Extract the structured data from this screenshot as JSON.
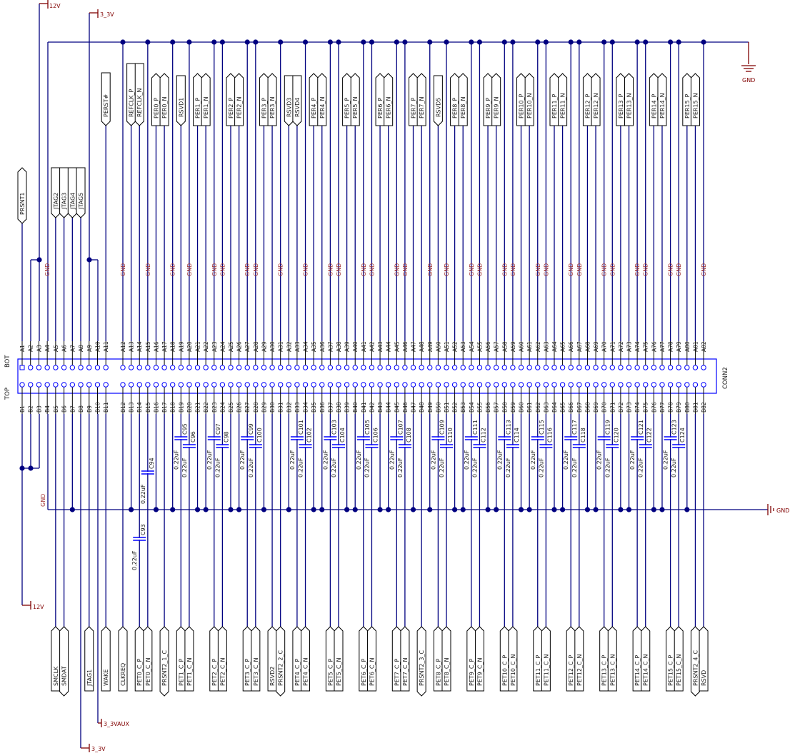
{
  "title": "PCIe x16 edge connector schematic",
  "connector": {
    "refdes": "CONN2",
    "side_top_label": "BOT",
    "side_bottom_label": "TOP",
    "pin_count_per_row": 82,
    "a_prefix": "A",
    "b_prefix": "B"
  },
  "colors": {
    "wire": "#000080",
    "power": "#800000",
    "connector": "#0000ff",
    "gnd_label": "#a03030"
  },
  "power_symbols": {
    "v12_top": "12V",
    "v33_top": "3_3V",
    "gnd_top": "GND",
    "gnd_right": "GND",
    "v12_bottom": "12V",
    "v33aux_bottom": "3_3VAUX",
    "v33_bottom": "3_3V",
    "gnd_bottom_left": "GND"
  },
  "top_net_labels": [
    {
      "text": "PRSNT1",
      "pin": 1,
      "shape": "bidir"
    },
    {
      "text": "JTAG2",
      "pin": 5,
      "shape": "out"
    },
    {
      "text": "JTAG3",
      "pin": 6,
      "shape": "out"
    },
    {
      "text": "JTAG4",
      "pin": 7,
      "shape": "out"
    },
    {
      "text": "JTAG5",
      "pin": 8,
      "shape": "out"
    },
    {
      "text": "PERST#",
      "pin": 11,
      "shape": "out"
    },
    {
      "text": "REFCLK_P",
      "pin": 13,
      "shape": "out"
    },
    {
      "text": "REFCLK_N",
      "pin": 14,
      "shape": "out"
    },
    {
      "text": "PER0_P",
      "pin": 16,
      "shape": "in"
    },
    {
      "text": "PER0_N",
      "pin": 17,
      "shape": "in"
    },
    {
      "text": "RSVD1",
      "pin": 19,
      "shape": "out"
    },
    {
      "text": "PER1_P",
      "pin": 21,
      "shape": "in"
    },
    {
      "text": "PER1_N",
      "pin": 22,
      "shape": "in"
    },
    {
      "text": "PER2_P",
      "pin": 25,
      "shape": "in"
    },
    {
      "text": "PER2_N",
      "pin": 26,
      "shape": "in"
    },
    {
      "text": "PER3_P",
      "pin": 29,
      "shape": "in"
    },
    {
      "text": "PER3_N",
      "pin": 30,
      "shape": "in"
    },
    {
      "text": "RSVD3",
      "pin": 32,
      "shape": "out"
    },
    {
      "text": "RSVD4",
      "pin": 33,
      "shape": "out"
    },
    {
      "text": "PER4_P",
      "pin": 35,
      "shape": "in"
    },
    {
      "text": "PER4_N",
      "pin": 36,
      "shape": "in"
    },
    {
      "text": "PER5_P",
      "pin": 39,
      "shape": "in"
    },
    {
      "text": "PER5_N",
      "pin": 40,
      "shape": "in"
    },
    {
      "text": "PER6_P",
      "pin": 43,
      "shape": "in"
    },
    {
      "text": "PER6_N",
      "pin": 44,
      "shape": "in"
    },
    {
      "text": "PER7_P",
      "pin": 47,
      "shape": "in"
    },
    {
      "text": "PER7_N",
      "pin": 48,
      "shape": "in"
    },
    {
      "text": "RSVD5",
      "pin": 50,
      "shape": "out"
    },
    {
      "text": "PER8_P",
      "pin": 52,
      "shape": "in"
    },
    {
      "text": "PER8_N",
      "pin": 53,
      "shape": "in"
    },
    {
      "text": "PER9_P",
      "pin": 56,
      "shape": "in"
    },
    {
      "text": "PER9_N",
      "pin": 57,
      "shape": "in"
    },
    {
      "text": "PER10_P",
      "pin": 60,
      "shape": "in"
    },
    {
      "text": "PER10_N",
      "pin": 61,
      "shape": "in"
    },
    {
      "text": "PER11_P",
      "pin": 64,
      "shape": "in"
    },
    {
      "text": "PER11_N",
      "pin": 65,
      "shape": "in"
    },
    {
      "text": "PER12_P",
      "pin": 68,
      "shape": "in"
    },
    {
      "text": "PER12_N",
      "pin": 69,
      "shape": "in"
    },
    {
      "text": "PER13_P",
      "pin": 72,
      "shape": "in"
    },
    {
      "text": "PER13_N",
      "pin": 73,
      "shape": "in"
    },
    {
      "text": "PER14_P",
      "pin": 76,
      "shape": "in"
    },
    {
      "text": "PER14_N",
      "pin": 77,
      "shape": "in"
    },
    {
      "text": "PER15_P",
      "pin": 80,
      "shape": "in"
    },
    {
      "text": "PER15_N",
      "pin": 81,
      "shape": "in"
    }
  ],
  "top_gnd_pins": [
    4,
    12,
    15,
    18,
    20,
    23,
    24,
    27,
    28,
    31,
    34,
    37,
    38,
    41,
    42,
    45,
    46,
    49,
    51,
    54,
    55,
    58,
    59,
    62,
    63,
    66,
    67,
    70,
    71,
    74,
    75,
    78,
    79,
    82
  ],
  "top_gnd_label_text": "GND",
  "bottom_net_labels": [
    {
      "text": "SMCLK",
      "pin": 5,
      "shape": "out"
    },
    {
      "text": "SMDAT",
      "pin": 6,
      "shape": "bidir"
    },
    {
      "text": "JTAG1",
      "pin": 9,
      "shape": "out"
    },
    {
      "text": "WAKE",
      "pin": 11,
      "shape": "out"
    },
    {
      "text": "CLKREQ",
      "pin": 12,
      "shape": "out"
    },
    {
      "text": "PET0_C_P",
      "pin": 14,
      "shape": "out"
    },
    {
      "text": "PET0_C_N",
      "pin": 15,
      "shape": "out"
    },
    {
      "text": "PRSNT2_1_C",
      "pin": 17,
      "shape": "bidir"
    },
    {
      "text": "PET1_C_P",
      "pin": 19,
      "shape": "out"
    },
    {
      "text": "PET1_C_N",
      "pin": 20,
      "shape": "out"
    },
    {
      "text": "PET2_C_P",
      "pin": 23,
      "shape": "out"
    },
    {
      "text": "PET2_C_N",
      "pin": 24,
      "shape": "out"
    },
    {
      "text": "PET3_C_P",
      "pin": 27,
      "shape": "out"
    },
    {
      "text": "PET3_C_N",
      "pin": 28,
      "shape": "out"
    },
    {
      "text": "RSVD2",
      "pin": 30,
      "shape": "out"
    },
    {
      "text": "PRSNT2_2_C",
      "pin": 31,
      "shape": "bidir"
    },
    {
      "text": "PET4_C_P",
      "pin": 33,
      "shape": "out"
    },
    {
      "text": "PET4_C_N",
      "pin": 34,
      "shape": "out"
    },
    {
      "text": "PET5_C_P",
      "pin": 37,
      "shape": "out"
    },
    {
      "text": "PET5_C_N",
      "pin": 38,
      "shape": "out"
    },
    {
      "text": "PET6_C_P",
      "pin": 41,
      "shape": "out"
    },
    {
      "text": "PET6_C_N",
      "pin": 42,
      "shape": "out"
    },
    {
      "text": "PET7_C_P",
      "pin": 45,
      "shape": "out"
    },
    {
      "text": "PET7_C_N",
      "pin": 46,
      "shape": "out"
    },
    {
      "text": "PRSNT2_3_C",
      "pin": 48,
      "shape": "bidir"
    },
    {
      "text": "PET8_C_P",
      "pin": 50,
      "shape": "out"
    },
    {
      "text": "PET8_C_N",
      "pin": 51,
      "shape": "out"
    },
    {
      "text": "PET9_C_P",
      "pin": 54,
      "shape": "out"
    },
    {
      "text": "PET9_C_N",
      "pin": 55,
      "shape": "out"
    },
    {
      "text": "PET10_C_P",
      "pin": 58,
      "shape": "out"
    },
    {
      "text": "PET10_C_N",
      "pin": 59,
      "shape": "out"
    },
    {
      "text": "PET11_C_P",
      "pin": 62,
      "shape": "out"
    },
    {
      "text": "PET11_C_N",
      "pin": 63,
      "shape": "out"
    },
    {
      "text": "PET12_C_P",
      "pin": 66,
      "shape": "out"
    },
    {
      "text": "PET12_C_N",
      "pin": 67,
      "shape": "out"
    },
    {
      "text": "PET13_C_P",
      "pin": 70,
      "shape": "out"
    },
    {
      "text": "PET13_C_N",
      "pin": 71,
      "shape": "out"
    },
    {
      "text": "PET14_C_P",
      "pin": 74,
      "shape": "out"
    },
    {
      "text": "PET14_C_N",
      "pin": 75,
      "shape": "out"
    },
    {
      "text": "PET15_C_P",
      "pin": 78,
      "shape": "out"
    },
    {
      "text": "PET15_C_N",
      "pin": 79,
      "shape": "out"
    },
    {
      "text": "PRSNT2_4_C",
      "pin": 81,
      "shape": "bidir"
    },
    {
      "text": "RSVD",
      "pin": 82,
      "shape": "out"
    }
  ],
  "bottom_gnd_pins": [
    4,
    7,
    13,
    16,
    18,
    21,
    22,
    25,
    26,
    29,
    32,
    35,
    36,
    39,
    40,
    43,
    44,
    47,
    49,
    52,
    53,
    56,
    57,
    60,
    61,
    64,
    65,
    68,
    69,
    72,
    73,
    76,
    77,
    80
  ],
  "capacitors": [
    {
      "ref": "C93",
      "value": "0.22uF",
      "pin": 14,
      "pos": "low"
    },
    {
      "ref": "C94",
      "value": "0.22uF",
      "pin": 15,
      "pos": "mid"
    },
    {
      "ref": "C95",
      "value": "0.22uF",
      "pin": 19,
      "pos": "hi"
    },
    {
      "ref": "C96",
      "value": "0.22uF",
      "pin": 20,
      "pos": "hi2"
    },
    {
      "ref": "C97",
      "value": "0.22uF",
      "pin": 23,
      "pos": "hi"
    },
    {
      "ref": "C98",
      "value": "0.22uF",
      "pin": 24,
      "pos": "hi2"
    },
    {
      "ref": "C99",
      "value": "0.22uF",
      "pin": 27,
      "pos": "hi"
    },
    {
      "ref": "C100",
      "value": "0.22uF",
      "pin": 28,
      "pos": "hi2"
    },
    {
      "ref": "C101",
      "value": "0.22uF",
      "pin": 33,
      "pos": "hi"
    },
    {
      "ref": "C102",
      "value": "0.22uF",
      "pin": 34,
      "pos": "hi2"
    },
    {
      "ref": "C103",
      "value": "0.22uF",
      "pin": 37,
      "pos": "hi"
    },
    {
      "ref": "C104",
      "value": "0.22uF",
      "pin": 38,
      "pos": "hi2"
    },
    {
      "ref": "C105",
      "value": "0.22uF",
      "pin": 41,
      "pos": "hi"
    },
    {
      "ref": "C106",
      "value": "0.22uF",
      "pin": 42,
      "pos": "hi2"
    },
    {
      "ref": "C107",
      "value": "0.22uF",
      "pin": 45,
      "pos": "hi"
    },
    {
      "ref": "C108",
      "value": "0.22uF",
      "pin": 46,
      "pos": "hi2"
    },
    {
      "ref": "C109",
      "value": "0.22uF",
      "pin": 50,
      "pos": "hi"
    },
    {
      "ref": "C110",
      "value": "0.22uF",
      "pin": 51,
      "pos": "hi2"
    },
    {
      "ref": "C111",
      "value": "0.22uF",
      "pin": 54,
      "pos": "hi"
    },
    {
      "ref": "C112",
      "value": "0.22uF",
      "pin": 55,
      "pos": "hi2"
    },
    {
      "ref": "C113",
      "value": "0.22uF",
      "pin": 58,
      "pos": "hi"
    },
    {
      "ref": "C114",
      "value": "0.22uF",
      "pin": 59,
      "pos": "hi2"
    },
    {
      "ref": "C115",
      "value": "0.22uF",
      "pin": 62,
      "pos": "hi"
    },
    {
      "ref": "C116",
      "value": "0.22uF",
      "pin": 63,
      "pos": "hi2"
    },
    {
      "ref": "C117",
      "value": "0.22uF",
      "pin": 66,
      "pos": "hi"
    },
    {
      "ref": "C118",
      "value": "0.22uF",
      "pin": 67,
      "pos": "hi2"
    },
    {
      "ref": "C119",
      "value": "0.22uF",
      "pin": 70,
      "pos": "hi"
    },
    {
      "ref": "C120",
      "value": "0.22uF",
      "pin": 71,
      "pos": "hi2"
    },
    {
      "ref": "C121",
      "value": "0.22uF",
      "pin": 74,
      "pos": "hi"
    },
    {
      "ref": "C122",
      "value": "0.22uF",
      "pin": 75,
      "pos": "hi2"
    },
    {
      "ref": "C123",
      "value": "0.22uF",
      "pin": 78,
      "pos": "hi"
    },
    {
      "ref": "C124",
      "value": "0.22uF",
      "pin": 79,
      "pos": "hi2"
    }
  ]
}
